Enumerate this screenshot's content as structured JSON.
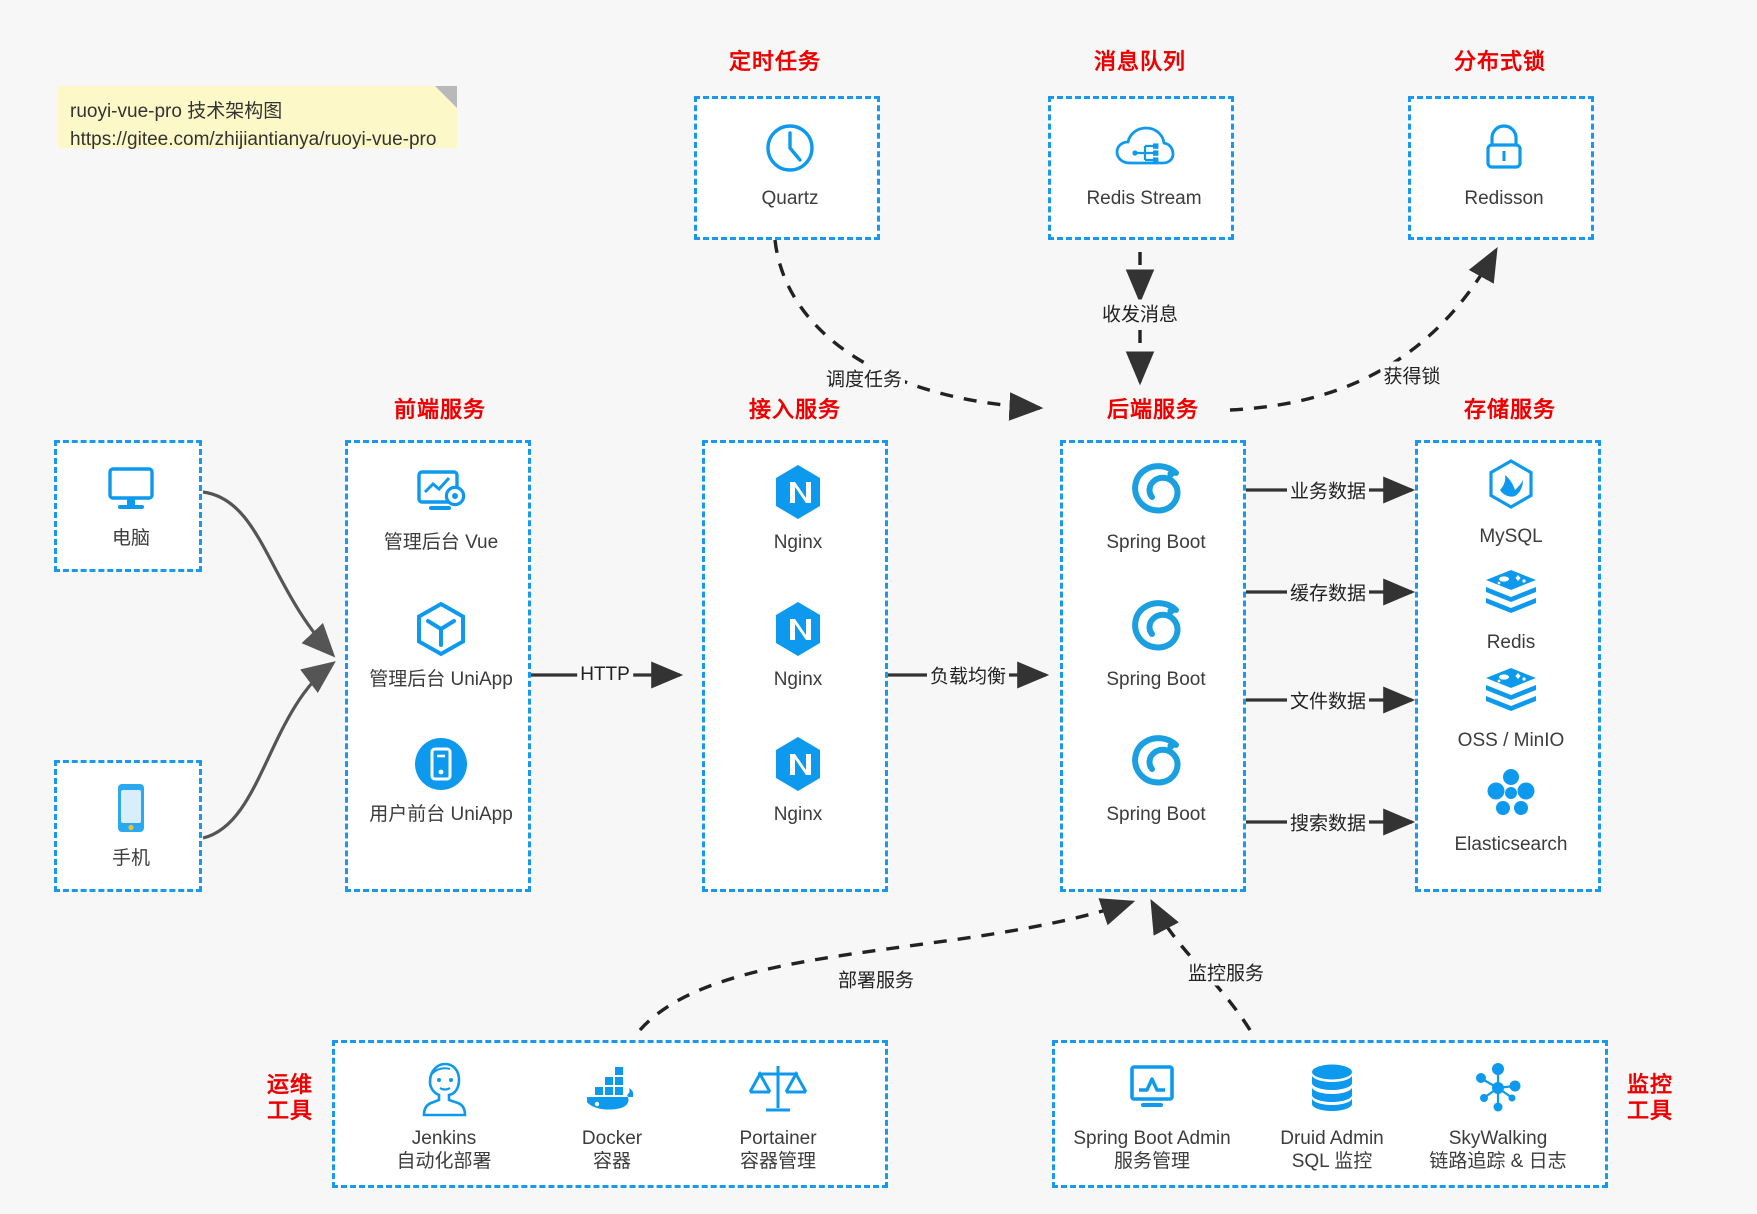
{
  "note": {
    "line1": "ruoyi-vue-pro 技术架构图",
    "line2": "https://gitee.com/zhijiantianya/ruoyi-vue-pro"
  },
  "colors": {
    "group_border": "#1899ef",
    "group_title": "#ee0000",
    "icon": "#0d9aee",
    "edge": "#333333",
    "note_bg": "#fcf8c8",
    "canvas_bg": "#f7f7f7"
  },
  "groups": {
    "scheduled_task": {
      "title": "定时任务",
      "nodes": [
        {
          "label": "Quartz",
          "icon": "clock-icon"
        }
      ]
    },
    "message_queue": {
      "title": "消息队列",
      "nodes": [
        {
          "label": "Redis Stream",
          "icon": "cloud-network-icon"
        }
      ]
    },
    "distributed_lock": {
      "title": "分布式锁",
      "nodes": [
        {
          "label": "Redisson",
          "icon": "lock-icon"
        }
      ]
    },
    "clients": {
      "nodes": [
        {
          "label": "电脑",
          "icon": "desktop-monitor-icon"
        },
        {
          "label": "手机",
          "icon": "mobile-phone-icon"
        }
      ]
    },
    "frontend": {
      "title": "前端服务",
      "nodes": [
        {
          "label": "管理后台 Vue",
          "icon": "dashboard-gear-icon"
        },
        {
          "label": "管理后台 UniApp",
          "icon": "hexagon-cube-icon"
        },
        {
          "label": "用户前台 UniApp",
          "icon": "phone-circle-icon"
        }
      ]
    },
    "gateway": {
      "title": "接入服务",
      "nodes": [
        {
          "label": "Nginx",
          "icon": "nginx-icon"
        },
        {
          "label": "Nginx",
          "icon": "nginx-icon"
        },
        {
          "label": "Nginx",
          "icon": "nginx-icon"
        }
      ]
    },
    "backend": {
      "title": "后端服务",
      "nodes": [
        {
          "label": "Spring Boot",
          "icon": "spring-boot-icon"
        },
        {
          "label": "Spring Boot",
          "icon": "spring-boot-icon"
        },
        {
          "label": "Spring Boot",
          "icon": "spring-boot-icon"
        }
      ]
    },
    "storage": {
      "title": "存储服务",
      "nodes": [
        {
          "label": "MySQL",
          "icon": "mysql-icon"
        },
        {
          "label": "Redis",
          "icon": "redis-icon"
        },
        {
          "label": "OSS / MinIO",
          "icon": "minio-icon"
        },
        {
          "label": "Elasticsearch",
          "icon": "elasticsearch-icon"
        }
      ]
    },
    "devops": {
      "title": "运维\n工具",
      "title_line1": "运维",
      "title_line2": "工具",
      "nodes": [
        {
          "label": "Jenkins",
          "sublabel": "自动化部署",
          "icon": "jenkins-icon"
        },
        {
          "label": "Docker",
          "sublabel": "容器",
          "icon": "docker-icon"
        },
        {
          "label": "Portainer",
          "sublabel": "容器管理",
          "icon": "scales-icon"
        }
      ]
    },
    "monitor": {
      "title_line1": "监控",
      "title_line2": "工具",
      "nodes": [
        {
          "label": "Spring Boot Admin",
          "sublabel": "服务管理",
          "icon": "monitor-chart-icon"
        },
        {
          "label": "Druid Admin",
          "sublabel": "SQL 监控",
          "icon": "database-icon"
        },
        {
          "label": "SkyWalking",
          "sublabel": "链路追踪 & 日志",
          "icon": "skywalking-icon"
        }
      ]
    }
  },
  "edges": [
    {
      "label": "调度任务",
      "from": "定时任务",
      "to": "后端服务",
      "style": "dashed"
    },
    {
      "label": "收发消息",
      "from": "消息队列",
      "to": "后端服务",
      "style": "dashed-bidirectional"
    },
    {
      "label": "获得锁",
      "from": "后端服务",
      "to": "分布式锁",
      "style": "dashed"
    },
    {
      "label": "HTTP",
      "from": "前端服务",
      "to": "接入服务",
      "style": "solid"
    },
    {
      "label": "负载均衡",
      "from": "接入服务",
      "to": "后端服务",
      "style": "solid"
    },
    {
      "label": "业务数据",
      "from": "后端服务",
      "to": "MySQL",
      "style": "solid"
    },
    {
      "label": "缓存数据",
      "from": "后端服务",
      "to": "Redis",
      "style": "solid"
    },
    {
      "label": "文件数据",
      "from": "后端服务",
      "to": "OSS / MinIO",
      "style": "solid"
    },
    {
      "label": "搜索数据",
      "from": "后端服务",
      "to": "Elasticsearch",
      "style": "solid"
    },
    {
      "label": "部署服务",
      "from": "运维工具",
      "to": "后端服务",
      "style": "dashed"
    },
    {
      "label": "监控服务",
      "from": "监控工具",
      "to": "后端服务",
      "style": "dashed"
    }
  ]
}
